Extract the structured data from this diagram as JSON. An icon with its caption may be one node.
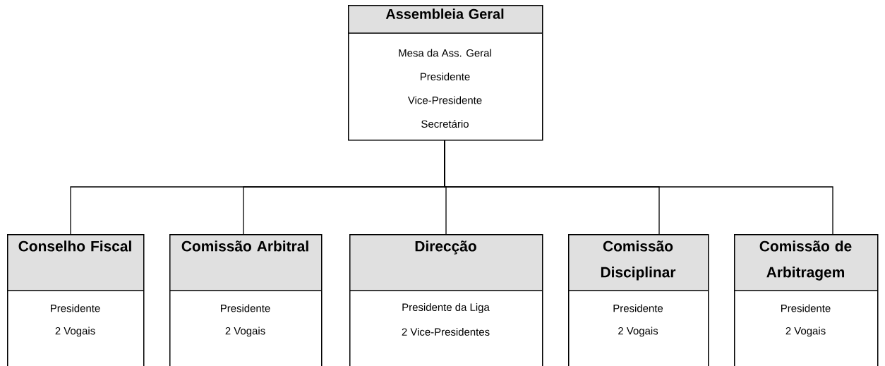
{
  "diagram": {
    "nodes": [
      {
        "text": [
          "Assembleia Geral",
          "Mesa da Ass. Geral",
          "Presidente",
          "Vice-Presidente",
          "Secretário"
        ]
      },
      {
        "text": [
          "Conselho Fiscal",
          "Presidente",
          "2 Vogais"
        ]
      },
      {
        "text": [
          "Comissão Arbitral",
          "Presidente",
          "2 Vogais"
        ]
      },
      {
        "text": [
          "Direcção",
          "Presidente da Liga",
          "2 Vice-Presidentes"
        ]
      },
      {
        "text": [
          "Comissão Disciplinar",
          "Presidente",
          "2 Vogais"
        ]
      },
      {
        "text": [
          "Comissão de Arbitragem",
          "Presidente",
          "2 Vogais"
        ]
      }
    ],
    "edges": [
      {
        "from": 0,
        "to": 1,
        "arrow": "none"
      },
      {
        "from": 0,
        "to": 2,
        "arrow": "none"
      },
      {
        "from": 0,
        "to": 3,
        "arrow": "none"
      },
      {
        "from": 0,
        "to": 4,
        "arrow": "none"
      },
      {
        "from": 0,
        "to": 5,
        "arrow": "none"
      }
    ]
  }
}
